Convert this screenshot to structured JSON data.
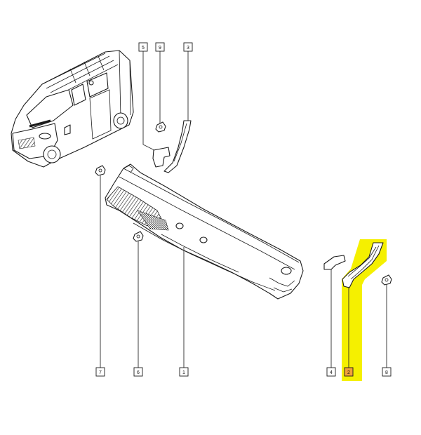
{
  "callouts": [
    {
      "id": "callout-1",
      "label": "1"
    },
    {
      "id": "callout-2",
      "label": "2"
    },
    {
      "id": "callout-3",
      "label": "3"
    },
    {
      "id": "callout-4",
      "label": "4"
    },
    {
      "id": "callout-5",
      "label": "5"
    },
    {
      "id": "callout-6",
      "label": "6"
    },
    {
      "id": "callout-7",
      "label": "7"
    },
    {
      "id": "callout-8",
      "label": "8"
    },
    {
      "id": "callout-9",
      "label": "9"
    }
  ],
  "highlight": {
    "color": "#f5f000",
    "target": "2",
    "label_fill": "#f2a13a"
  },
  "colors": {
    "line": "#1a1a1a",
    "background": "#ffffff"
  }
}
